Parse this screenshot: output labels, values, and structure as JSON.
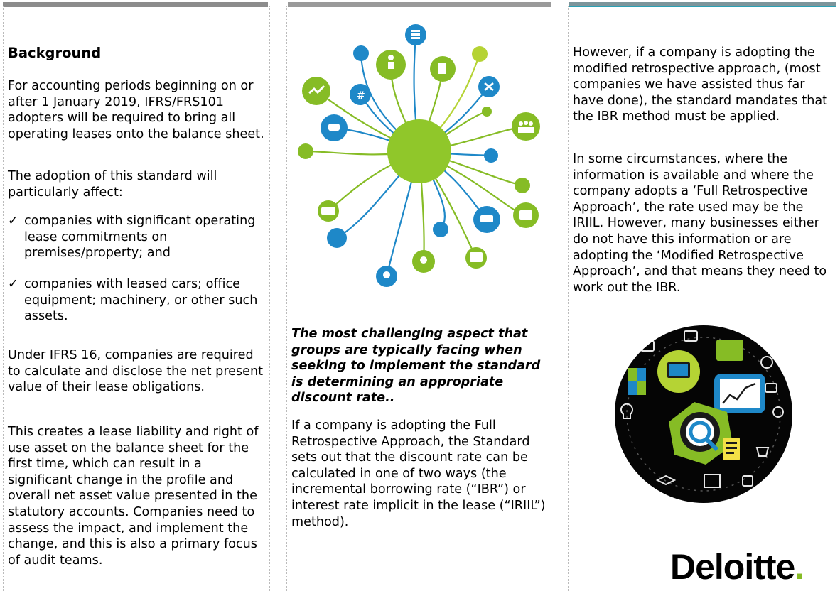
{
  "column1": {
    "heading": "Background",
    "para1": "For accounting periods beginning on or after 1 January 2019, IFRS/FRS101 adopters will be required to bring all operating leases onto the balance sheet.",
    "para2": "The adoption of this standard will particularly affect:",
    "bullet1": "companies with significant operating lease commitments on premises/property; and",
    "bullet2": "companies with leased cars; office equipment; machinery, or other such assets.",
    "bullet_mark": "✓",
    "para3": "Under IFRS 16, companies are required to calculate and disclose the net present value of their lease obligations.",
    "para4": "This creates a lease liability and right of use asset on the balance sheet for the first time, which can result in a significant change in the profile and overall net asset value presented in the statutory accounts. Companies need to assess the impact, and implement the change, and this is also a primary focus of audit teams."
  },
  "column2": {
    "illustration_icon": "network-hub-icon",
    "quote": "The most challenging aspect that groups are typically facing when seeking to implement the standard is determining an appropriate discount rate..",
    "para1": "If a company is adopting the Full Retrospective Approach, the Standard sets out that the discount rate can be calculated in one of two ways (the incremental borrowing rate (“IBR”) or interest rate implicit in the lease (“IRIIL”) method)."
  },
  "column3": {
    "para1": "However, if a company is adopting the modified retrospective approach, (most companies we have assisted thus far have done), the standard mandates that the IBR method must be applied.",
    "para2": "In some circumstances, where the information is available and where the company adopts a ‘Full Retrospective Approach’, the rate used may be the IRIIL. However, many businesses either do not have this information or are adopting the ‘Modified Retrospective Approach’, and that means they need to work out the IBR.",
    "illustration_icon": "business-analytics-icon",
    "brand": {
      "name": "Deloitte",
      "dot": ".",
      "dot_color": "#86bc25"
    }
  },
  "colors": {
    "green": "#86bc25",
    "blue": "#1e88c8",
    "teal": "#2aa0b4",
    "gray_bar": "#8c8c8c"
  }
}
